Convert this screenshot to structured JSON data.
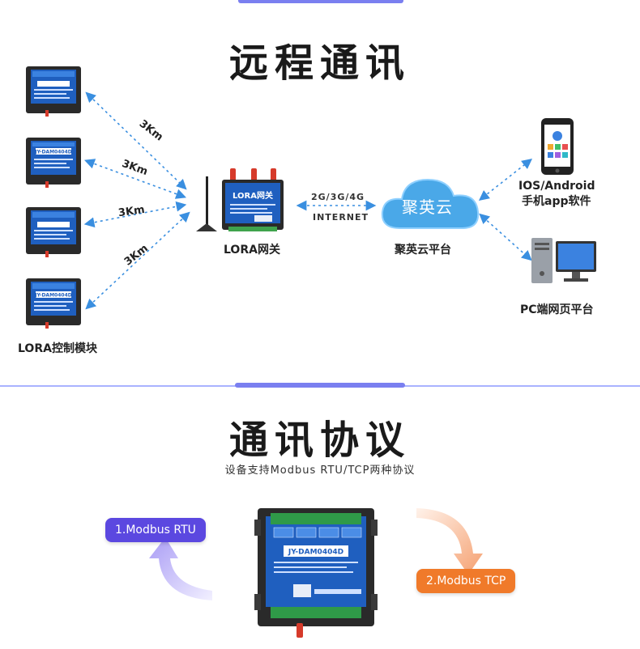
{
  "section1": {
    "title": "远程通讯",
    "modules_label": "LORA控制模块",
    "gateway_label": "LORA网关",
    "gateway_device_text": "LORA网关",
    "network_top": "2G/3G/4G",
    "network_bottom": "INTERNET",
    "cloud_text": "聚英云",
    "cloud_label": "聚英云平台",
    "phone_label_line1": "IOS/Android",
    "phone_label_line2": "手机app软件",
    "pc_label": "PC端网页平台",
    "distances": [
      "3Km",
      "3Km",
      "3Km",
      "3Km"
    ],
    "module_model": "JY-DAM0404D"
  },
  "section2": {
    "title": "通讯协议",
    "subtitle": "设备支持Modbus RTU/TCP两种协议",
    "protocol_rtu": "1.Modbus RTU",
    "protocol_tcp": "2.Modbus TCP",
    "device_model": "JY-DAM0404D"
  },
  "colors": {
    "accent": "#7a7ff0",
    "rtu_pill": "#5b48e0",
    "tcp_pill": "#f07a2a",
    "device_blue": "#1f5fbf",
    "cloud_blue": "#4aa8e8"
  }
}
